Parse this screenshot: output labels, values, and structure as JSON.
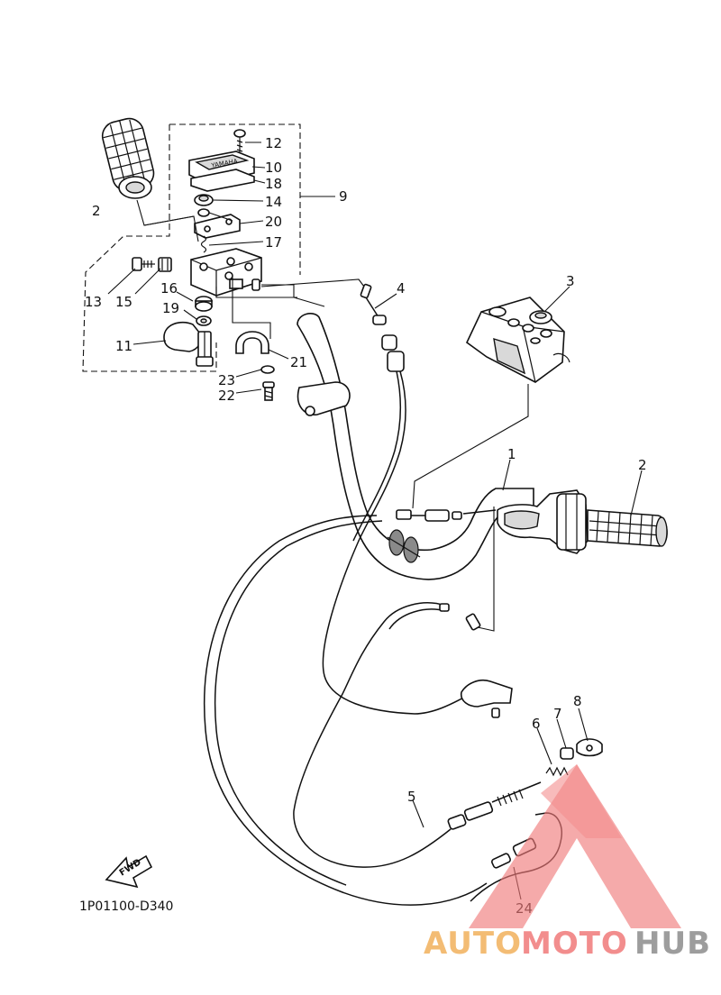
{
  "diagram": {
    "code": "1P01100-D340",
    "fwd_label": "FWD",
    "callouts": [
      "1",
      "2",
      "2",
      "3",
      "4",
      "5",
      "6",
      "7",
      "8",
      "9",
      "10",
      "11",
      "12",
      "13",
      "14",
      "15",
      "16",
      "17",
      "18",
      "19",
      "20",
      "21",
      "22",
      "23",
      "24"
    ],
    "callout_list": {
      "c1": "1",
      "c2a": "2",
      "c2b": "2",
      "c3": "3",
      "c4": "4",
      "c5": "5",
      "c6": "6",
      "c7": "7",
      "c8": "8",
      "c9": "9",
      "c10": "10",
      "c11": "11",
      "c12": "12",
      "c13": "13",
      "c14": "14",
      "c15": "15",
      "c16": "16",
      "c17": "17",
      "c18": "18",
      "c19": "19",
      "c20": "20",
      "c21": "21",
      "c22": "22",
      "c23": "23",
      "c24": "24"
    }
  },
  "watermark": {
    "brand_a": "AUTO",
    "brand_b": "MOTO",
    "brand_c": "HUB",
    "color_orange": "#f2b15c",
    "color_red": "#f07a7a",
    "color_grey": "#8c8c8c"
  }
}
